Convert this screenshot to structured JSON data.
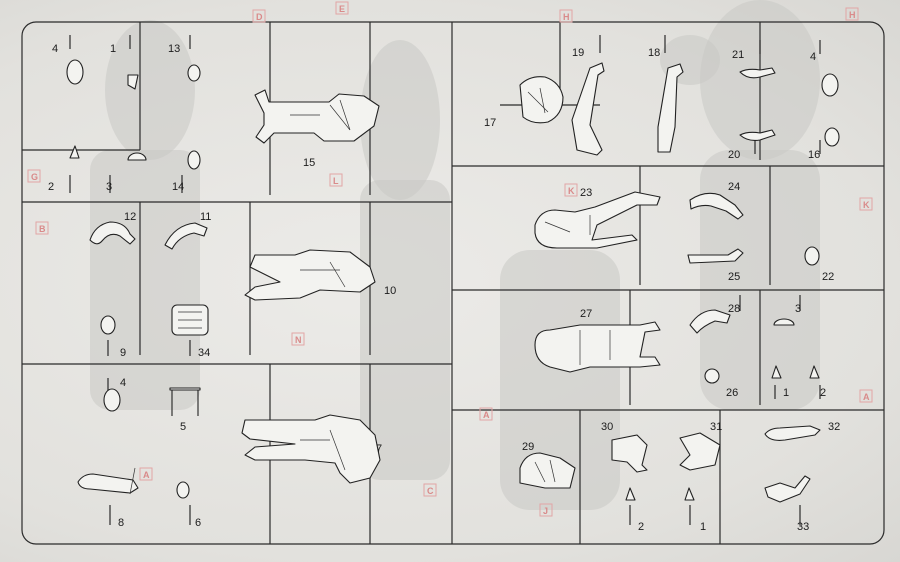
{
  "part_numbers": {
    "p4a": "4",
    "p1a": "1",
    "p13": "13",
    "p2a": "2",
    "p3a": "3",
    "p14": "14",
    "p15": "15",
    "p12": "12",
    "p11": "11",
    "p10": "10",
    "p9": "9",
    "p34": "34",
    "p4b": "4",
    "p5": "5",
    "p8": "8",
    "p6": "6",
    "p7": "7",
    "p19": "19",
    "p18": "18",
    "p21": "21",
    "p4c": "4",
    "p17": "17",
    "p20": "20",
    "p16": "16",
    "p23": "23",
    "p24": "24",
    "p25": "25",
    "p22": "22",
    "p27": "27",
    "p28": "28",
    "p3b": "3",
    "p26": "26",
    "p1b": "1",
    "p2b": "2",
    "p30": "30",
    "p31": "31",
    "p32": "32",
    "p29": "29",
    "p2c": "2",
    "p1c": "1",
    "p33": "33"
  },
  "sprue_refs": {
    "D": "D",
    "E": "E",
    "H1": "H",
    "H2": "H",
    "G": "G",
    "L": "L",
    "B": "B",
    "N": "N",
    "A1": "A",
    "C": "C",
    "J": "J",
    "K1": "K",
    "K2": "K",
    "A2": "A",
    "A3": "A"
  }
}
